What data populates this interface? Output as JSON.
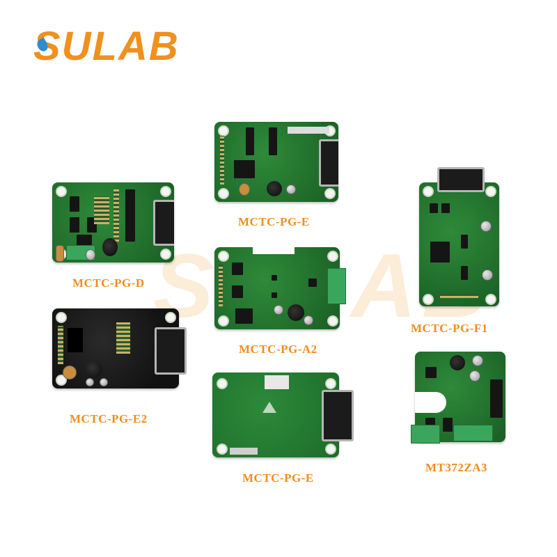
{
  "brand": {
    "logo_text": "SULAB",
    "watermark_text": "SULAB",
    "brand_color": "#F0901E",
    "accent_color": "#2E8BD0"
  },
  "label_color": "#F08C1E",
  "products": [
    {
      "id": "pg-e-top",
      "label": "MCTC-PG-E",
      "board_color": "green"
    },
    {
      "id": "pg-d",
      "label": "MCTC-PG-D",
      "board_color": "green"
    },
    {
      "id": "pg-a2",
      "label": "MCTC-PG-A2",
      "board_color": "green"
    },
    {
      "id": "pg-f1",
      "label": "MCTC-PG-F1",
      "board_color": "green"
    },
    {
      "id": "pg-e2",
      "label": "MCTC-PG-E2",
      "board_color": "black"
    },
    {
      "id": "pg-e-bottom",
      "label": "MCTC-PG-E",
      "board_color": "green"
    },
    {
      "id": "mt372za3",
      "label": "MT372ZA3",
      "board_color": "green"
    }
  ]
}
